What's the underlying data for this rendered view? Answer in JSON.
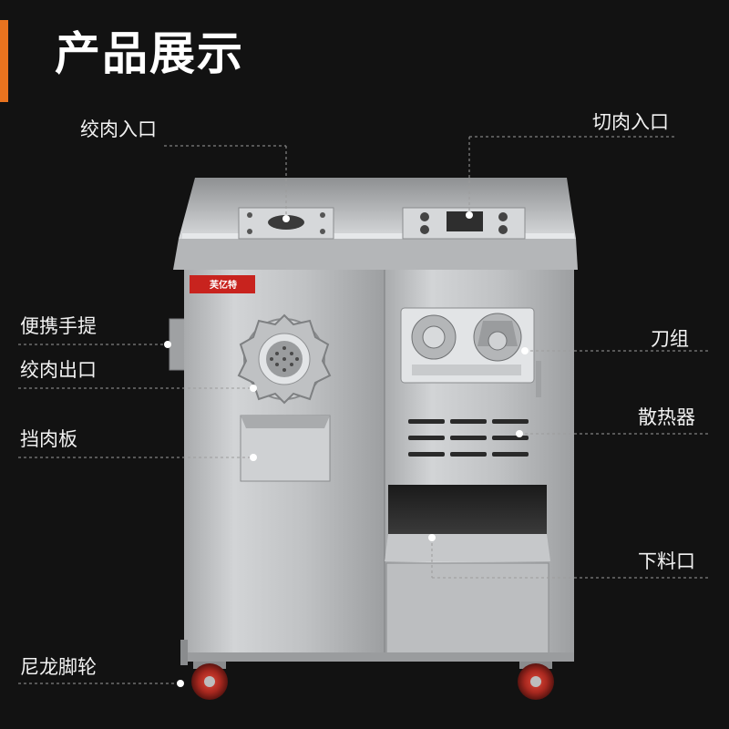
{
  "title": "产品展示",
  "colors": {
    "accent": "#e8731f",
    "background": "#121212",
    "steel": "#c4c6c8"
  },
  "brand_logo_text": "芙亿特",
  "labels": {
    "mince_inlet": "绞肉入口",
    "cut_inlet": "切肉入口",
    "handle": "便携手提",
    "mince_outlet": "绞肉出口",
    "blade_set": "刀组",
    "meat_guard": "挡肉板",
    "heat_vent": "散热器",
    "discharge": "下料口",
    "nylon_caster": "尼龙脚轮"
  }
}
